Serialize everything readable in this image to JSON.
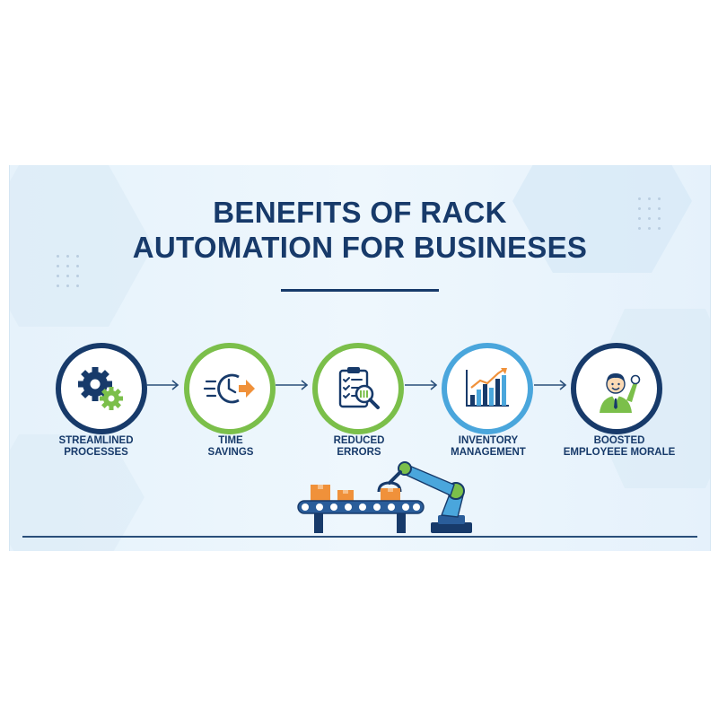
{
  "title": {
    "line1": "BENEFITS OF RACK",
    "line2": "AUTOMATION FOR BUSINESES"
  },
  "steps": [
    {
      "line1": "STREAMLINED",
      "line2": "PROCESSES",
      "icon": "gears-icon",
      "ring_color": "#173a6a"
    },
    {
      "line1": "TIME",
      "line2": "SAVINGS",
      "icon": "clock-arrow-icon",
      "ring_color": "#7bbf4a"
    },
    {
      "line1": "REDUCED",
      "line2": "ERRORS",
      "icon": "checklist-magnifier-icon",
      "ring_color": "#7bbf4a"
    },
    {
      "line1": "INVENTORY",
      "line2": "MANAGEMENT",
      "icon": "bar-chart-icon",
      "ring_color": "#4aa6dc"
    },
    {
      "line1": "BOOSTED",
      "line2": "EMPLOYEEE MORALE",
      "icon": "happy-employee-icon",
      "ring_color": "#173a6a"
    }
  ],
  "colors": {
    "navy": "#173a6a",
    "green": "#7bbf4a",
    "blue": "#4aa6dc",
    "orange": "#f0913a",
    "background": "#e9f4fc"
  }
}
